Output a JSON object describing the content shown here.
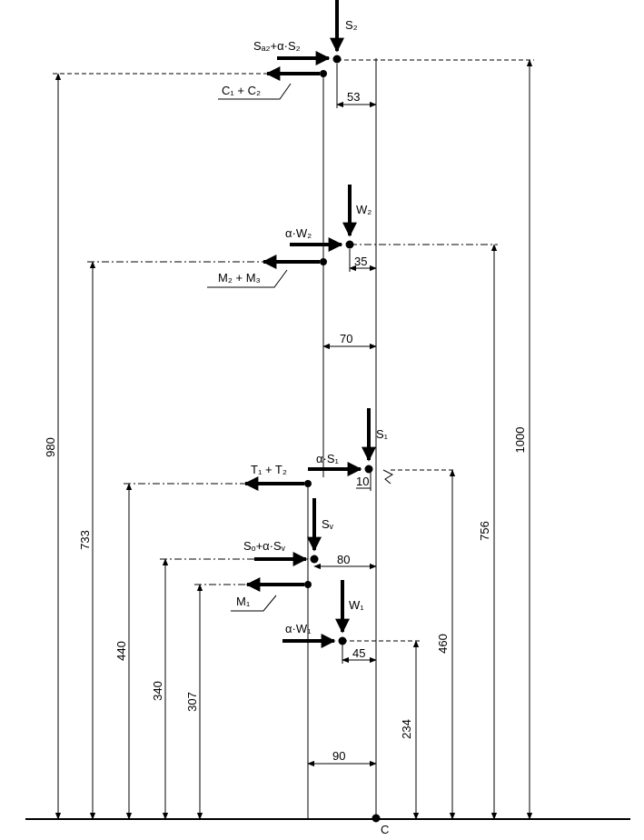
{
  "labels": {
    "S2": "S₂",
    "Sa2": "Sₐ₂+α·S₂",
    "C1C2": "C₁ + C₂",
    "W2": "W₂",
    "aW2": "α·W₂",
    "M2M3": "M₂ + M₃",
    "S1": "S₁",
    "aS1": "α·S₁",
    "T1T2": "T₁ + T₂",
    "Sv": "Sᵥ",
    "So": "Sₒ+α·Sᵥ",
    "M1": "M₁",
    "W1": "W₁",
    "aW1": "α·W₁",
    "C": "C"
  },
  "dims": {
    "d53": "53",
    "d35": "35",
    "d70": "70",
    "d10": "10",
    "d80": "80",
    "d45": "45",
    "d90": "90",
    "h980": "980",
    "h733": "733",
    "h440": "440",
    "h340": "340",
    "h307": "307",
    "h1000": "1000",
    "h756": "756",
    "h460": "460",
    "h234": "234"
  }
}
